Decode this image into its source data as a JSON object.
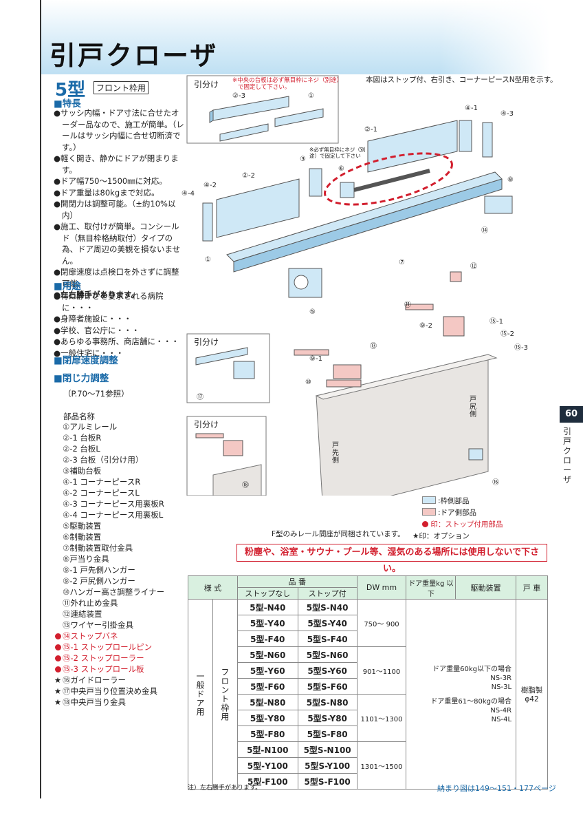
{
  "title": "引戸クローザ",
  "model": {
    "name": "5型",
    "subtitle": "フロント枠用"
  },
  "features": {
    "heading": "■特長",
    "items": [
      "●サッシ内幅・ドア寸法に合せたオーダー品なので、施工が簡単。（レールはサッシ内幅に合せ切断済です。）",
      "●軽く開き、静かにドアが閉まります。",
      "●ドア幅750〜1500㎜に対応。",
      "●ドア重量は80kgまで対応。",
      "●開閉力は調整可能。（±約10%以内）",
      "●施工、取付けが簡単。コンシールド（無目枠格納取付）タイプの為、ドア周辺の美観を損ないません。",
      "●閉扉速度は点検口を外さずに調整可能。",
      "●左右勝手があります。"
    ]
  },
  "uses": {
    "heading": "■用途",
    "items": [
      "●特に静けさを要求される病院に・・・",
      "●身障者施設に・・・",
      "●学校、官公庁に・・・",
      "●あらゆる事務所、商店舗に・・・",
      "●一般住宅に・・・"
    ]
  },
  "speed_heading": "■閉扉速度調整",
  "force_heading": "■閉じ力調整",
  "ref_note": "（P.70〜71参照）",
  "parts": {
    "heading": "部品名称",
    "items": [
      {
        "mark": "",
        "num": "1",
        "text": "アルミレール",
        "red": false
      },
      {
        "mark": "",
        "num": "2",
        "text": "-1 台板R",
        "red": false
      },
      {
        "mark": "",
        "num": "2",
        "text": "-2 台板L",
        "red": false
      },
      {
        "mark": "",
        "num": "2",
        "text": "-3 台板（引分け用）",
        "red": false
      },
      {
        "mark": "",
        "num": "3",
        "text": "補助台板",
        "red": false
      },
      {
        "mark": "",
        "num": "4",
        "text": "-1 コーナーピースR",
        "red": false
      },
      {
        "mark": "",
        "num": "4",
        "text": "-2 コーナーピースL",
        "red": false
      },
      {
        "mark": "",
        "num": "4",
        "text": "-3 コーナーピース用裏板R",
        "red": false
      },
      {
        "mark": "",
        "num": "4",
        "text": "-4 コーナーピース用裏板L",
        "red": false
      },
      {
        "mark": "",
        "num": "5",
        "text": "駆動装置",
        "red": false
      },
      {
        "mark": "",
        "num": "6",
        "text": "制動装置",
        "red": false
      },
      {
        "mark": "",
        "num": "7",
        "text": "制動装置取付金具",
        "red": false
      },
      {
        "mark": "",
        "num": "8",
        "text": "戸当り金具",
        "red": false
      },
      {
        "mark": "",
        "num": "9",
        "text": "-1 戸先側ハンガー",
        "red": false
      },
      {
        "mark": "",
        "num": "9",
        "text": "-2 戸尻側ハンガー",
        "red": false
      },
      {
        "mark": "",
        "num": "10",
        "text": "ハンガー高さ調整ライナー",
        "red": false
      },
      {
        "mark": "",
        "num": "11",
        "text": "外れ止め金具",
        "red": false
      },
      {
        "mark": "",
        "num": "12",
        "text": "連結装置",
        "red": false
      },
      {
        "mark": "",
        "num": "13",
        "text": "ワイヤー引掛金具",
        "red": false
      },
      {
        "mark": "stop",
        "num": "14",
        "text": "ストップバネ",
        "red": true
      },
      {
        "mark": "stop",
        "num": "15",
        "text": "-1 ストップロールピン",
        "red": true
      },
      {
        "mark": "stop",
        "num": "15",
        "text": "-2 ストップローラー",
        "red": true
      },
      {
        "mark": "stop",
        "num": "15",
        "text": "-3 ストップロール板",
        "red": true
      },
      {
        "mark": "★",
        "num": "16",
        "text": "ガイドローラー",
        "red": false
      },
      {
        "mark": "★",
        "num": "17",
        "text": "中央戸当り位置決め金具",
        "red": false
      },
      {
        "mark": "★",
        "num": "18",
        "text": "中央戸当り金具",
        "red": false
      }
    ]
  },
  "diagram": {
    "caption": "本図はストップ付、右引き、コーナーピースN型用を示す。",
    "hikiwake": "引分け",
    "center_note_1": "※中央の台板は必ず無目枠にネジ（別途）",
    "center_note_2": "で固定して下さい。",
    "side_note": "※必ず無目枠にネジ（別途）で固定して下さい",
    "label_tojiri": "戸尻側",
    "label_tosaki": "戸先側",
    "callouts": [
      "②-3",
      "①",
      "②-1",
      "④-1",
      "④-3",
      "③",
      "⑥",
      "⑧",
      "④-4",
      "④-2",
      "②-2",
      "⑭",
      "①",
      "⑦",
      "⑫",
      "⑤",
      "⑪",
      "⑨-2",
      "⑮-1",
      "⑮-2",
      "⑮-3",
      "⑬",
      "⑨-1",
      "⑩",
      "⑰",
      "⑯",
      "⑱"
    ],
    "f_note": "F型のみレール間座が同梱されています。"
  },
  "legend": [
    {
      "color": "#cfe8f6",
      "text": ":枠側部品"
    },
    {
      "color": "#f4c8c4",
      "text": ":ドア側部品"
    },
    {
      "color": "",
      "text": "印：ストップ付用部品"
    },
    {
      "color": "",
      "text": "★印：オプション"
    }
  ],
  "warning": "粉塵や、浴室・サウナ・プール等、湿気のある場所には使用しないで下さい。",
  "side": {
    "page_no": "60",
    "label": "引戸クローザ"
  },
  "table": {
    "h_style": "様 式",
    "h_hinban": "品 番",
    "h_nostop": "ストップなし",
    "h_stop": "ストップ付",
    "h_dw": "DW mm",
    "h_weight": "ドア重量kg 以下",
    "h_drive": "駆動装置",
    "h_roller": "戸 車",
    "style_a": "一般ドア用",
    "style_b": "フロント枠用",
    "rows": [
      [
        "5型-N40",
        "5型S-N40"
      ],
      [
        "5型-Y40",
        "5型S-Y40"
      ],
      [
        "5型-F40",
        "5型S-F40"
      ],
      [
        "5型-N60",
        "5型S-N60"
      ],
      [
        "5型-Y60",
        "5型S-Y60"
      ],
      [
        "5型-F60",
        "5型S-F60"
      ],
      [
        "5型-N80",
        "5型S-N80"
      ],
      [
        "5型-Y80",
        "5型S-Y80"
      ],
      [
        "5型-F80",
        "5型S-F80"
      ],
      [
        "5型-N100",
        "5型S-N100"
      ],
      [
        "5型-Y100",
        "5型S-Y100"
      ],
      [
        "5型-F100",
        "5型S-F100"
      ]
    ],
    "dw": [
      "750〜 900",
      "901〜1100",
      "1101〜1300",
      "1301〜1500"
    ],
    "drive_1": "ドア重量60kg以下の場合",
    "drive_1a": "NS-3R",
    "drive_1b": "NS-3L",
    "drive_2": "ドア重量61〜80kgの場合",
    "drive_2a": "NS-4R",
    "drive_2b": "NS-4L",
    "roller_1": "樹脂製",
    "roller_2": "φ42",
    "note": "注）左右勝手があります。",
    "ref": "納まり図は149〜151・177ページ"
  }
}
